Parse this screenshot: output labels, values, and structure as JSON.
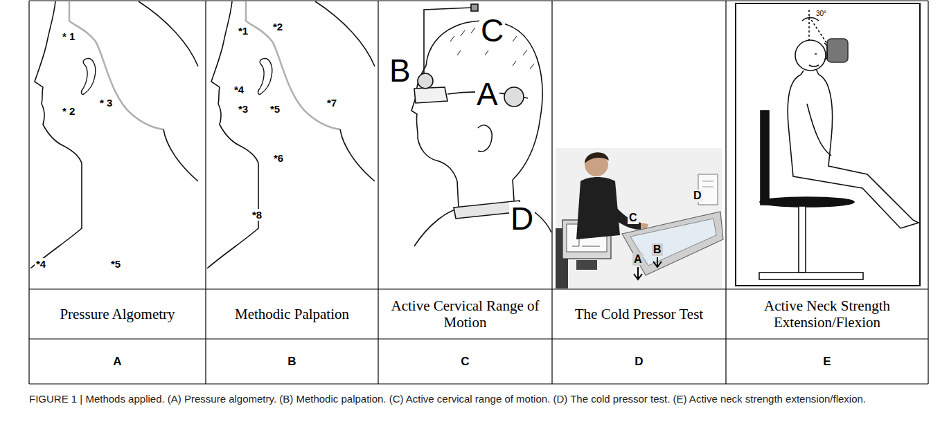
{
  "diagram": {
    "caption": "FIGURE 1 | Methods applied. (A) Pressure algometry. (B) Methodic palpation. (C) Active cervical range of motion. (D) The cold pressor test. (E) Active neck strength extension/flexion.",
    "nodes": [
      {
        "text": [
          "Pressure Algometry"
        ]
      },
      {
        "text": [
          "Methodic Palpation"
        ]
      },
      {
        "text": [
          "Active Cervical Range of Motion"
        ]
      },
      {
        "text": [
          "The Cold Pressor Test"
        ]
      },
      {
        "text": [
          "Active Neck Strength Extension/Flexion"
        ]
      },
      {
        "text": [
          "A"
        ]
      },
      {
        "text": [
          "B"
        ]
      },
      {
        "text": [
          "C"
        ]
      },
      {
        "text": [
          "D"
        ]
      },
      {
        "text": [
          "E"
        ]
      }
    ],
    "labels": [
      "* 1",
      "* 2",
      "* 3",
      "*4",
      "*5",
      "*1",
      "*2",
      "*4",
      "*3",
      "*5",
      "*7",
      "*6",
      "*8",
      "B",
      "C",
      "A",
      "D",
      "C",
      "D",
      "B",
      "A",
      "30°"
    ]
  }
}
